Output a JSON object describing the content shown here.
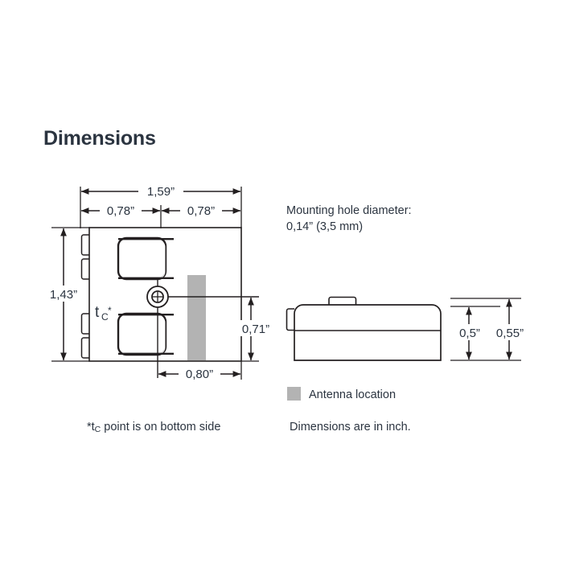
{
  "page": {
    "title": "Dimensions",
    "background_color": "#ffffff",
    "line_color": "#231f20",
    "text_color": "#2b3440",
    "antenna_color": "#b3b3b3"
  },
  "notes": {
    "mounting_hole": "Mounting hole diameter:\n0,14” (3,5 mm)",
    "tc_footnote_prefix": "*t",
    "tc_footnote_sub": "C",
    "tc_footnote_suffix": " point is on bottom side",
    "units": "Dimensions are in inch."
  },
  "legend": {
    "swatch_color": "#b3b3b3",
    "label": "Antenna location"
  },
  "top_view": {
    "label_tc_main": "t",
    "label_tc_sub": "C",
    "label_tc_star": "*",
    "dimensions": {
      "overall_width": "1,59”",
      "half_width_left": "0,78”",
      "half_width_right": "0,78”",
      "overall_height": "1,43”",
      "hole_from_bottom": "0,71”",
      "hole_from_left": "0,80”"
    }
  },
  "side_view": {
    "dimensions": {
      "body_height": "0,5”",
      "total_height": "0,55”"
    }
  }
}
